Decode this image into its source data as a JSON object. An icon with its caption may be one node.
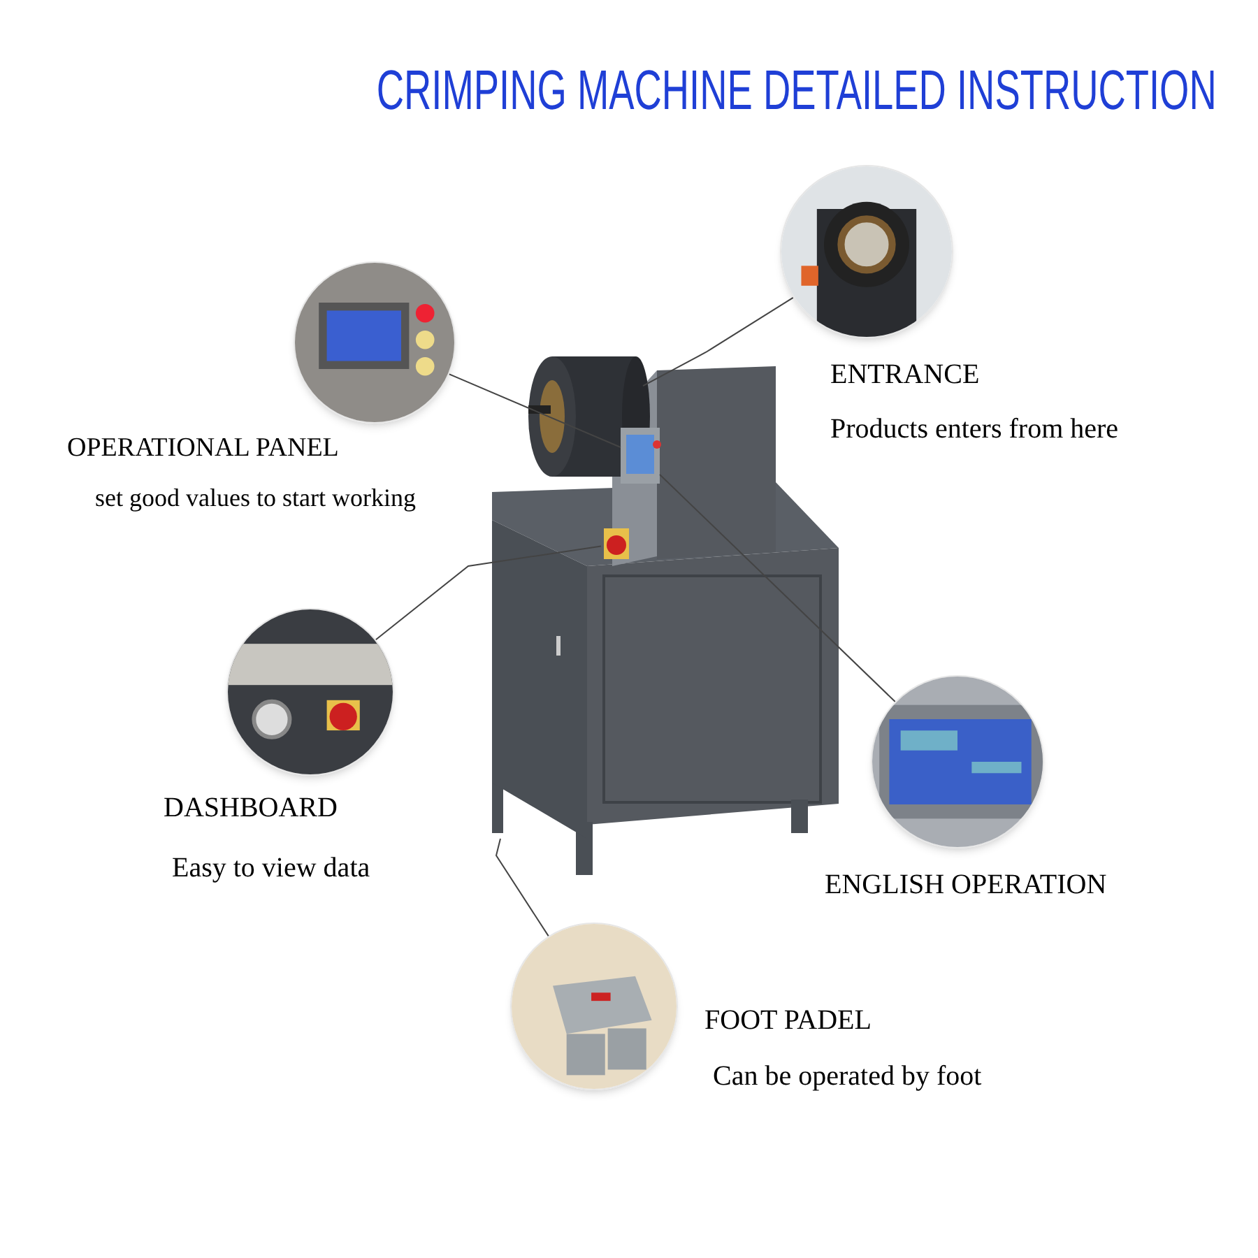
{
  "diagram": {
    "title": "CRIMPING MACHINE DETAILED INSTRUCTION",
    "nodes": [
      {
        "text": [],
        "shape": "picture"
      },
      {
        "text": [],
        "shape": "cylinder",
        "in": 0
      },
      {
        "text": [],
        "shape": "box",
        "in": 0
      },
      {
        "text": [],
        "shape": "box",
        "in": 0
      },
      {
        "text": [],
        "shape": "box",
        "in": 0
      },
      {
        "text": [],
        "shape": "picture",
        "beside": [
          "OPERATIONAL PANEL",
          "set good values to start working"
        ]
      },
      {
        "text": [],
        "shape": "picture",
        "beside": [
          "ENTRANCE",
          "Products enters from here"
        ]
      },
      {
        "text": [],
        "shape": "picture",
        "beside": [
          "DASHBOARD",
          "Easy to view data"
        ]
      },
      {
        "text": [],
        "shape": "picture",
        "beside": [
          "ENGLISH OPERATION"
        ]
      },
      {
        "text": [],
        "shape": "picture",
        "beside": [
          "FOOT PADEL",
          "Can be operated by foot"
        ]
      }
    ],
    "edges": [
      {
        "from": 5,
        "to": 2,
        "arrow": "none"
      },
      {
        "from": 6,
        "to": 1,
        "arrow": "none"
      },
      {
        "from": 7,
        "to": 3,
        "arrow": "none"
      },
      {
        "from": 8,
        "to": 2,
        "arrow": "none"
      },
      {
        "from": 9,
        "to": 4,
        "arrow": "none"
      }
    ]
  }
}
